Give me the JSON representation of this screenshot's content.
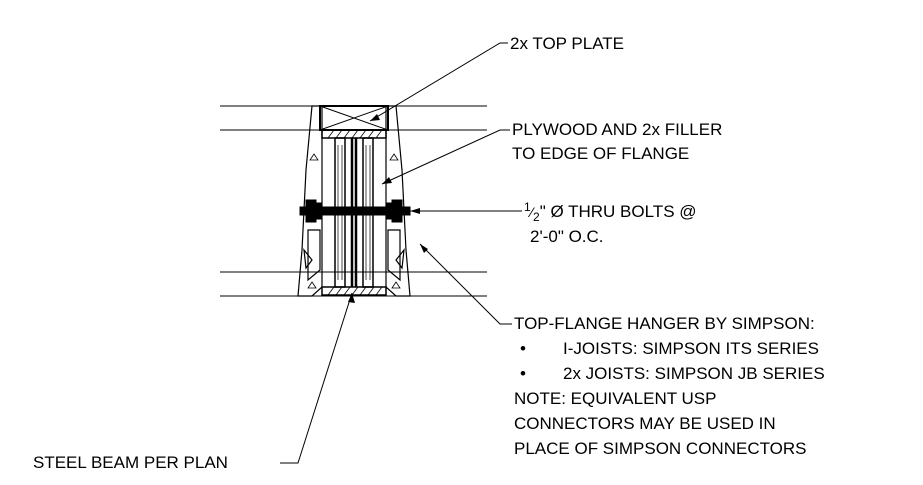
{
  "labels": {
    "top_plate": "2x TOP PLATE",
    "filler_line1": "PLYWOOD AND 2x FILLER",
    "filler_line2": "TO EDGE OF FLANGE",
    "bolts_numerator": "1",
    "bolts_denominator": "2",
    "bolts_line1_rest": "\" Ø THRU BOLTS @",
    "bolts_line2": "2'-0\" O.C.",
    "hanger_title": "TOP-FLANGE HANGER BY SIMPSON:",
    "hanger_items": [
      "I-JOISTS: SIMPSON ITS SERIES",
      "2x JOISTS: SIMPSON JB SERIES"
    ],
    "bullet_glyph": "•",
    "note_lines": [
      "NOTE: EQUIVALENT USP",
      "CONNECTORS MAY BE USED IN",
      "PLACE OF SIMPSON CONNECTORS"
    ],
    "steel_beam": "STEEL BEAM PER PLAN"
  },
  "colors": {
    "line": "#000000",
    "background": "#ffffff"
  }
}
